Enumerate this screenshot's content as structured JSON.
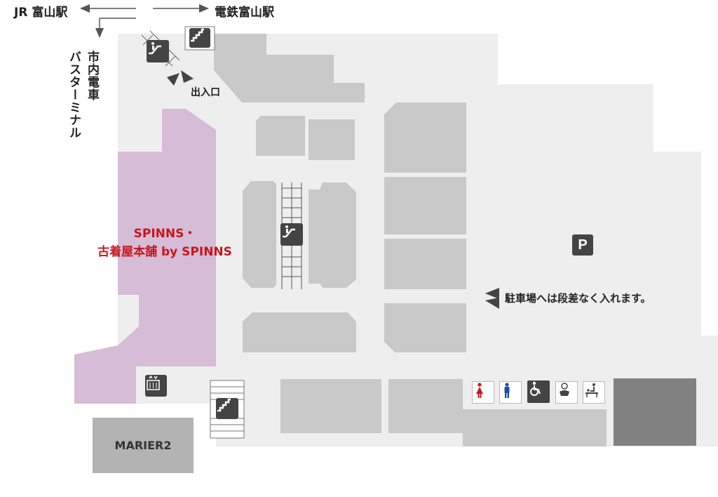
{
  "directions": {
    "jr_station": "JR 富山駅",
    "tetsudo_station": "電鉄富山駅",
    "tram": "市内電車",
    "bus": "バスターミナル"
  },
  "entrance": {
    "label": "出入口"
  },
  "store": {
    "name_line1": "SPINNS・",
    "name_line2": "古着屋本舗 by SPINNS"
  },
  "neighbor": {
    "name": "MARIER2"
  },
  "parking": {
    "symbol": "P",
    "note": "駐車場へは段差なく入れます。"
  },
  "facilities": [
    {
      "icon": "womens-restroom-icon"
    },
    {
      "icon": "mens-restroom-icon"
    },
    {
      "icon": "wheelchair-icon"
    },
    {
      "icon": "baby-care-icon"
    },
    {
      "icon": "diaper-changing-icon"
    }
  ],
  "colors": {
    "floor": "#eeeeee",
    "block": "#c9c9c9",
    "store_area": "#d6bcd6",
    "store_text": "#c8161d",
    "icon_dark": "#444444",
    "restroom_female": "#c8161d",
    "restroom_male": "#1f4e9c"
  }
}
